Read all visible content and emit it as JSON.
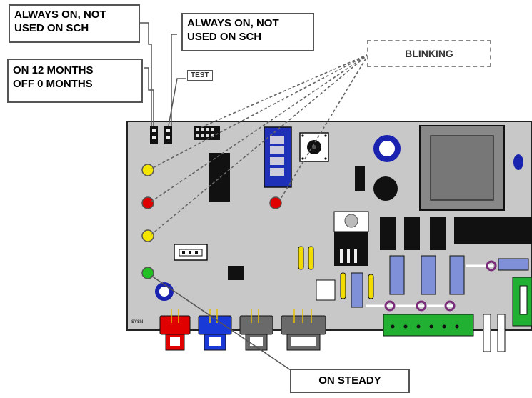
{
  "labels": {
    "always_on_left": [
      "ALWAYS ON, NOT",
      "USED ON SCH"
    ],
    "always_on_right": [
      "ALWAYS ON, NOT",
      "USED ON SCH"
    ],
    "months": [
      "ON 12 MONTHS",
      "OFF 0 MONTHS"
    ],
    "test": "TEST",
    "blinking": "BLINKING",
    "on_steady": "ON STEADY",
    "board_serial": "SYSN"
  },
  "colors": {
    "board": "#c8c8c8",
    "led_yellow": "#f5e600",
    "led_red": "#e00000",
    "led_green": "#22c022",
    "ring_blue": "#1a22b0",
    "component_blue": "#7f8fd8",
    "terminal_green": "#22b033",
    "wire_purple": "#7a2b7a",
    "connector_red": "#e00000",
    "connector_blue": "#1a3ad8",
    "connector_gray": "#6a6a6a"
  }
}
